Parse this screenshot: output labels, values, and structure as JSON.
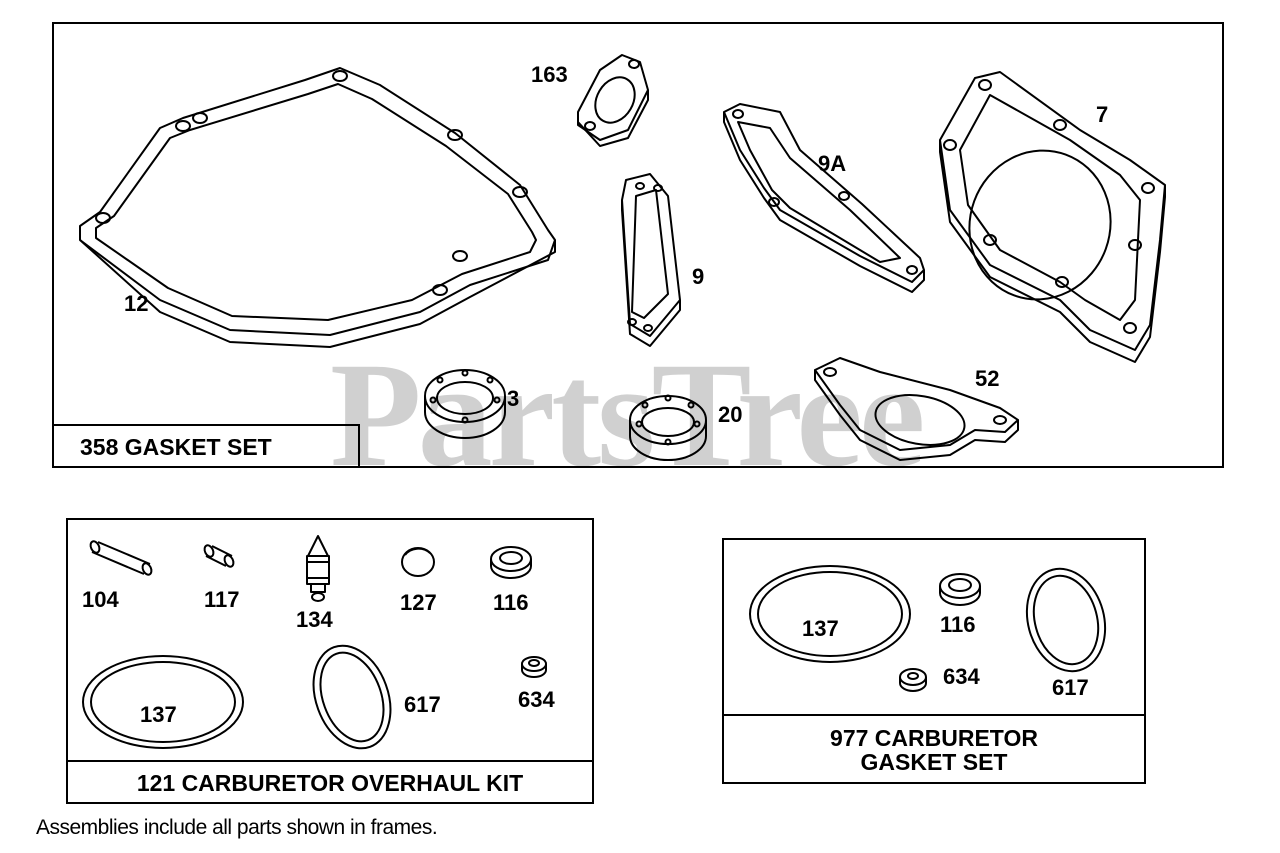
{
  "watermark": "PartsTree",
  "footnote": "Assemblies include all parts shown in frames.",
  "frames": {
    "gasket_set": "358 GASKET SET",
    "overhaul_kit": "121 CARBURETOR OVERHAUL KIT",
    "carb_gasket_set_line1": "977 CARBURETOR",
    "carb_gasket_set_line2": "GASKET SET"
  },
  "parts": {
    "p12": "12",
    "p163": "163",
    "p9a": "9A",
    "p7": "7",
    "p9": "9",
    "p3": "3",
    "p20": "20",
    "p52": "52",
    "k104": "104",
    "k117": "117",
    "k134": "134",
    "k127": "127",
    "k116": "116",
    "k137": "137",
    "k617": "617",
    "k634": "634",
    "g137": "137",
    "g116": "116",
    "g634": "634",
    "g617": "617"
  }
}
